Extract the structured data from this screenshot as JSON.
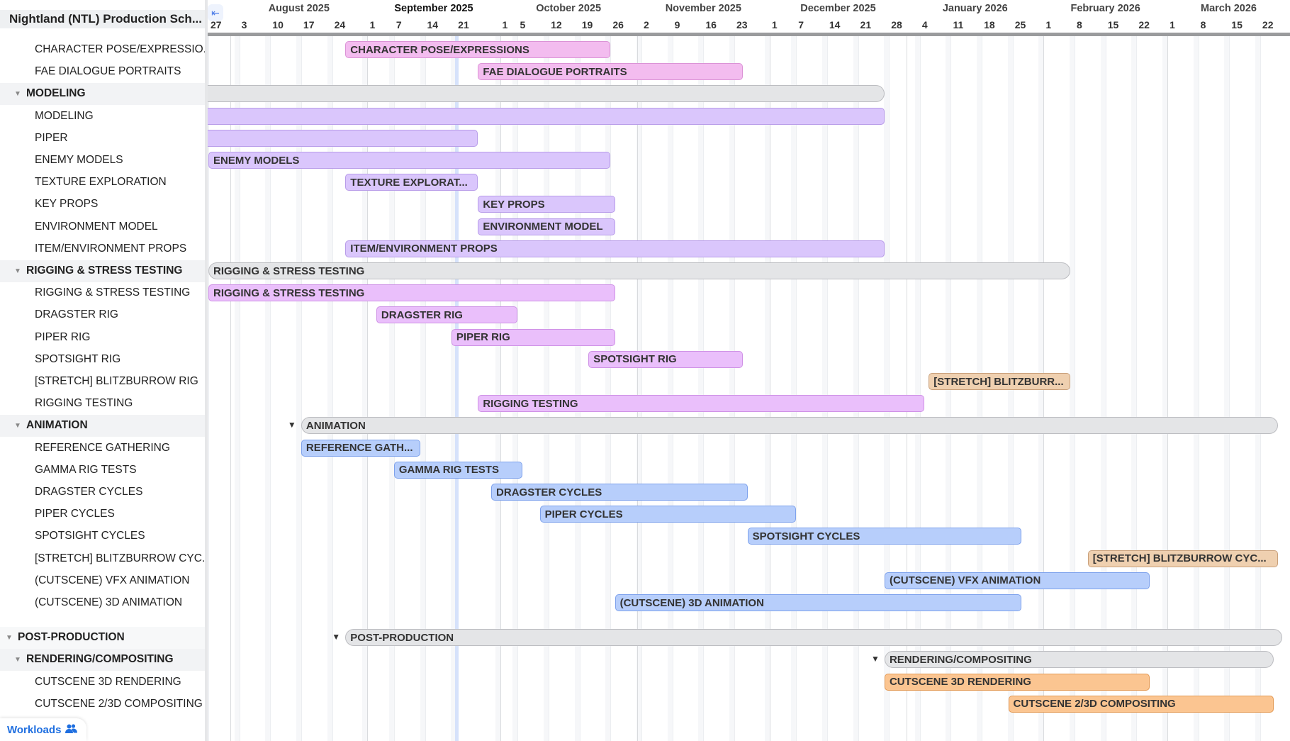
{
  "project_title": "Nightland (NTL) Production Sch...",
  "workloads_label": "Workloads",
  "timeline_start": "2025-07-27",
  "today_marker": "2025-09-21",
  "current_month": "September 2025",
  "months": [
    {
      "label": "August 2025",
      "start": "2025-08-01",
      "end": "2025-09-01"
    },
    {
      "label": "September 2025",
      "start": "2025-09-01",
      "end": "2025-10-01"
    },
    {
      "label": "October 2025",
      "start": "2025-10-01",
      "end": "2025-11-01"
    },
    {
      "label": "November 2025",
      "start": "2025-11-01",
      "end": "2025-12-01"
    },
    {
      "label": "December 2025",
      "start": "2025-12-01",
      "end": "2026-01-01"
    },
    {
      "label": "January 2026",
      "start": "2026-01-01",
      "end": "2026-02-01"
    },
    {
      "label": "February 2026",
      "start": "2026-02-01",
      "end": "2026-03-01"
    },
    {
      "label": "March 2026",
      "start": "2026-03-01",
      "end": "2026-04-01"
    }
  ],
  "days": [
    {
      "label": "27",
      "date": "2025-07-27"
    },
    {
      "label": "3",
      "date": "2025-08-03"
    },
    {
      "label": "10",
      "date": "2025-08-10"
    },
    {
      "label": "17",
      "date": "2025-08-17"
    },
    {
      "label": "24",
      "date": "2025-08-24"
    },
    {
      "label": "1",
      "date": "2025-09-01"
    },
    {
      "label": "7",
      "date": "2025-09-07"
    },
    {
      "label": "14",
      "date": "2025-09-14"
    },
    {
      "label": "21",
      "date": "2025-09-21"
    },
    {
      "label": "1",
      "date": "2025-10-01"
    },
    {
      "label": "5",
      "date": "2025-10-05"
    },
    {
      "label": "12",
      "date": "2025-10-12"
    },
    {
      "label": "19",
      "date": "2025-10-19"
    },
    {
      "label": "26",
      "date": "2025-10-26"
    },
    {
      "label": "2",
      "date": "2025-11-02"
    },
    {
      "label": "9",
      "date": "2025-11-09"
    },
    {
      "label": "16",
      "date": "2025-11-16"
    },
    {
      "label": "23",
      "date": "2025-11-23"
    },
    {
      "label": "1",
      "date": "2025-12-01"
    },
    {
      "label": "7",
      "date": "2025-12-07"
    },
    {
      "label": "14",
      "date": "2025-12-14"
    },
    {
      "label": "21",
      "date": "2025-12-21"
    },
    {
      "label": "28",
      "date": "2025-12-28"
    },
    {
      "label": "4",
      "date": "2026-01-04"
    },
    {
      "label": "11",
      "date": "2026-01-11"
    },
    {
      "label": "18",
      "date": "2026-01-18"
    },
    {
      "label": "25",
      "date": "2026-01-25"
    },
    {
      "label": "1",
      "date": "2026-02-01"
    },
    {
      "label": "8",
      "date": "2026-02-08"
    },
    {
      "label": "15",
      "date": "2026-02-15"
    },
    {
      "label": "22",
      "date": "2026-02-22"
    },
    {
      "label": "1",
      "date": "2026-03-01"
    },
    {
      "label": "8",
      "date": "2026-03-08"
    },
    {
      "label": "15",
      "date": "2026-03-15"
    },
    {
      "label": "22",
      "date": "2026-03-22"
    }
  ],
  "colors": {
    "pink": {
      "bg": "#f3bcef",
      "border": "#db93d6"
    },
    "purple": {
      "bg": "#dac6fc",
      "border": "#b89ce9"
    },
    "magenta": {
      "bg": "#eabffb",
      "border": "#cf92e6"
    },
    "tan": {
      "bg": "#efd0b0",
      "border": "#c9a07b"
    },
    "blue": {
      "bg": "#b7cefb",
      "border": "#7ea2ec"
    },
    "orange": {
      "bg": "#fbc591",
      "border": "#e39a55"
    },
    "gray": {
      "bg": "#e4e5e7",
      "border": "#bcbdc1"
    }
  },
  "rows": [
    {
      "label": "CHARACTER POSE/EXPRESSIO...",
      "level": 2,
      "bar": {
        "label": "CHARACTER POSE/EXPRESSIONS",
        "start": "2025-08-27",
        "end": "2025-10-26",
        "color": "pink"
      }
    },
    {
      "label": "FAE DIALOGUE PORTRAITS",
      "level": 2,
      "bar": {
        "label": "FAE DIALOGUE PORTRAITS",
        "start": "2025-09-26",
        "end": "2025-11-25",
        "color": "pink"
      }
    },
    {
      "label": "MODELING",
      "level": 1,
      "bar": {
        "label": "",
        "start": "2025-07-20",
        "end": "2025-12-27",
        "color": "gray",
        "summary": true
      }
    },
    {
      "label": "MODELING",
      "level": 2,
      "bar": {
        "label": "",
        "start": "2025-07-20",
        "end": "2025-12-27",
        "color": "purple"
      }
    },
    {
      "label": "PIPER",
      "level": 2,
      "bar": {
        "label": "",
        "start": "2025-07-20",
        "end": "2025-09-26",
        "color": "purple"
      }
    },
    {
      "label": "ENEMY MODELS",
      "level": 2,
      "bar": {
        "label": "ENEMY MODELS",
        "start": "2025-07-27",
        "end": "2025-10-26",
        "color": "purple"
      }
    },
    {
      "label": "TEXTURE EXPLORATION",
      "level": 2,
      "bar": {
        "label": "TEXTURE EXPLORAT...",
        "start": "2025-08-27",
        "end": "2025-09-26",
        "color": "purple"
      }
    },
    {
      "label": "KEY PROPS",
      "level": 2,
      "bar": {
        "label": "KEY PROPS",
        "start": "2025-09-26",
        "end": "2025-10-27",
        "color": "purple"
      }
    },
    {
      "label": "ENVIRONMENT MODEL",
      "level": 2,
      "bar": {
        "label": "ENVIRONMENT MODEL",
        "start": "2025-09-26",
        "end": "2025-10-27",
        "color": "purple"
      }
    },
    {
      "label": "ITEM/ENVIRONMENT PROPS",
      "level": 2,
      "bar": {
        "label": "ITEM/ENVIRONMENT PROPS",
        "start": "2025-08-27",
        "end": "2025-12-27",
        "color": "purple"
      }
    },
    {
      "label": "RIGGING & STRESS TESTING",
      "level": 1,
      "bar": {
        "label": "RIGGING & STRESS TESTING",
        "start": "2025-07-27",
        "end": "2026-02-07",
        "color": "gray",
        "summary": true
      }
    },
    {
      "label": "RIGGING & STRESS TESTING",
      "level": 2,
      "bar": {
        "label": "RIGGING & STRESS TESTING",
        "start": "2025-07-27",
        "end": "2025-10-27",
        "color": "magenta"
      }
    },
    {
      "label": "DRAGSTER RIG",
      "level": 2,
      "bar": {
        "label": "DRAGSTER RIG",
        "start": "2025-09-03",
        "end": "2025-10-05",
        "color": "magenta"
      }
    },
    {
      "label": "PIPER RIG",
      "level": 2,
      "bar": {
        "label": "PIPER RIG",
        "start": "2025-09-20",
        "end": "2025-10-27",
        "color": "magenta"
      }
    },
    {
      "label": "SPOTSIGHT RIG",
      "level": 2,
      "bar": {
        "label": "SPOTSIGHT RIG",
        "start": "2025-10-21",
        "end": "2025-11-25",
        "color": "magenta"
      }
    },
    {
      "label": "[STRETCH] BLITZBURROW RIG",
      "level": 2,
      "bar": {
        "label": "[STRETCH] BLITZBURR...",
        "start": "2026-01-06",
        "end": "2026-02-07",
        "color": "tan"
      }
    },
    {
      "label": "RIGGING TESTING",
      "level": 2,
      "bar": {
        "label": "RIGGING TESTING",
        "start": "2025-09-26",
        "end": "2026-01-05",
        "color": "magenta"
      }
    },
    {
      "label": "ANIMATION",
      "level": 1,
      "bar": {
        "label": "ANIMATION",
        "start": "2025-08-17",
        "end": "2026-03-26",
        "color": "gray",
        "summary": true,
        "toggle": true
      }
    },
    {
      "label": "REFERENCE GATHERING",
      "level": 2,
      "bar": {
        "label": "REFERENCE GATH...",
        "start": "2025-08-17",
        "end": "2025-09-13",
        "color": "blue"
      }
    },
    {
      "label": "GAMMA RIG TESTS",
      "level": 2,
      "bar": {
        "label": "GAMMA RIG TESTS",
        "start": "2025-09-07",
        "end": "2025-10-06",
        "color": "blue"
      }
    },
    {
      "label": "DRAGSTER CYCLES",
      "level": 2,
      "bar": {
        "label": "DRAGSTER CYCLES",
        "start": "2025-09-29",
        "end": "2025-11-26",
        "color": "blue"
      }
    },
    {
      "label": "PIPER CYCLES",
      "level": 2,
      "bar": {
        "label": "PIPER CYCLES",
        "start": "2025-10-10",
        "end": "2025-12-07",
        "color": "blue"
      }
    },
    {
      "label": "SPOTSIGHT CYCLES",
      "level": 2,
      "bar": {
        "label": "SPOTSIGHT CYCLES",
        "start": "2025-11-26",
        "end": "2026-01-27",
        "color": "blue"
      }
    },
    {
      "label": "[STRETCH] BLITZBURROW CYC...",
      "level": 2,
      "bar": {
        "label": "[STRETCH] BLITZBURROW CYC...",
        "start": "2026-02-11",
        "end": "2026-03-26",
        "color": "tan"
      }
    },
    {
      "label": "(CUTSCENE) VFX ANIMATION",
      "level": 2,
      "bar": {
        "label": "(CUTSCENE) VFX ANIMATION",
        "start": "2025-12-27",
        "end": "2026-02-25",
        "color": "blue"
      }
    },
    {
      "label": "(CUTSCENE) 3D ANIMATION",
      "level": 2,
      "bar": {
        "label": "(CUTSCENE) 3D ANIMATION",
        "start": "2025-10-27",
        "end": "2026-01-27",
        "color": "blue"
      }
    },
    {
      "label": "POST-PRODUCTION",
      "level": 0,
      "bar": {
        "label": "POST-PRODUCTION",
        "start": "2025-08-27",
        "end": "2026-03-27",
        "color": "gray",
        "summary": true,
        "toggle": true
      }
    },
    {
      "label": "RENDERING/COMPOSITING",
      "level": 1,
      "bar": {
        "label": "RENDERING/COMPOSITING",
        "start": "2025-12-27",
        "end": "2026-03-25",
        "color": "gray",
        "summary": true,
        "toggle": true
      }
    },
    {
      "label": "CUTSCENE 3D RENDERING",
      "level": 2,
      "bar": {
        "label": "CUTSCENE 3D RENDERING",
        "start": "2025-12-27",
        "end": "2026-02-25",
        "color": "orange"
      }
    },
    {
      "label": "CUTSCENE 2/3D COMPOSITING",
      "level": 2,
      "bar": {
        "label": "CUTSCENE 2/3D COMPOSITING",
        "start": "2026-01-24",
        "end": "2026-03-25",
        "color": "orange"
      }
    }
  ]
}
